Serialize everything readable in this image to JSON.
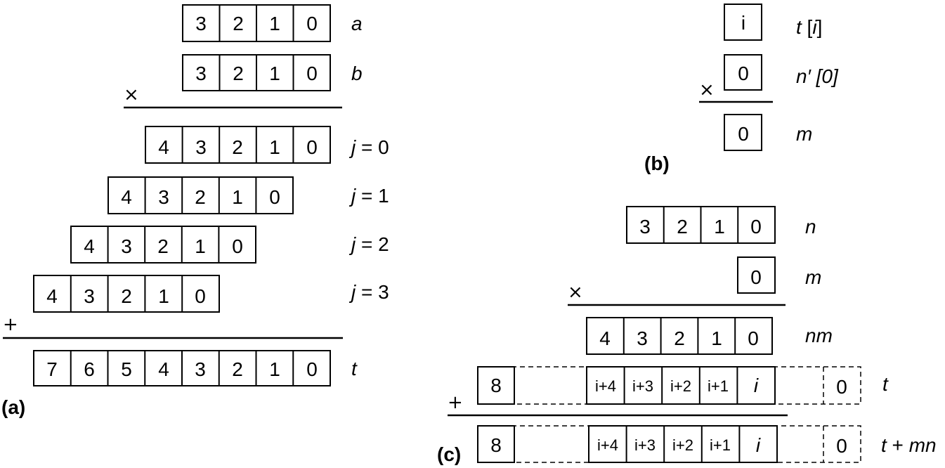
{
  "panel_a": {
    "label": "(a)",
    "a": {
      "cells": [
        "3",
        "2",
        "1",
        "0"
      ],
      "label": "a"
    },
    "b": {
      "cells": [
        "3",
        "2",
        "1",
        "0"
      ],
      "label": "b"
    },
    "times": "×",
    "plus": "+",
    "partials": [
      {
        "cells": [
          "4",
          "3",
          "2",
          "1",
          "0"
        ],
        "label_var": "j",
        "label_rest": " = 0"
      },
      {
        "cells": [
          "4",
          "3",
          "2",
          "1",
          "0"
        ],
        "label_var": "j",
        "label_rest": " = 1"
      },
      {
        "cells": [
          "4",
          "3",
          "2",
          "1",
          "0"
        ],
        "label_var": "j",
        "label_rest": " = 2"
      },
      {
        "cells": [
          "4",
          "3",
          "2",
          "1",
          "0"
        ],
        "label_var": "j",
        "label_rest": " = 3"
      }
    ],
    "t": {
      "cells": [
        "7",
        "6",
        "5",
        "4",
        "3",
        "2",
        "1",
        "0"
      ],
      "label": "t"
    }
  },
  "panel_b": {
    "label": "(b)",
    "ti": {
      "cell": "i",
      "label_var1": "t",
      "label_bracket": " [",
      "label_var2": "i",
      "label_close": "]"
    },
    "nprime": {
      "cell": "0",
      "label": "n′ [0]"
    },
    "times": "×",
    "m": {
      "cell": "0",
      "label": "m"
    }
  },
  "panel_c": {
    "label": "(c)",
    "n": {
      "cells": [
        "3",
        "2",
        "1",
        "0"
      ],
      "label": "n"
    },
    "m": {
      "cell": "0",
      "label": "m"
    },
    "times": "×",
    "nm": {
      "cells": [
        "4",
        "3",
        "2",
        "1",
        "0"
      ],
      "label": "nm"
    },
    "t_row": {
      "first": "8",
      "mid": [
        "i+4",
        "i+3",
        "i+2",
        "i+1",
        "i"
      ],
      "last": "0",
      "label": "t"
    },
    "plus": "+",
    "sum_row": {
      "first": "8",
      "mid": [
        "i+4",
        "i+3",
        "i+2",
        "i+1",
        "i"
      ],
      "last": "0",
      "label_var1": "t",
      "label_op": " + ",
      "label_var2": "mn"
    }
  }
}
